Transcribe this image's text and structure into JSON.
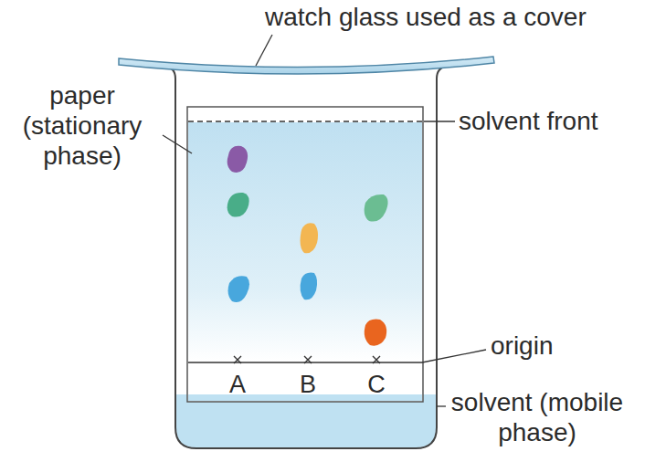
{
  "diagram": {
    "labels": [
      "watch glass used as a cover",
      "paper (stationary phase)",
      "solvent front",
      "origin",
      "A",
      "B",
      "C",
      "solvent (mobile phase)"
    ]
  }
}
